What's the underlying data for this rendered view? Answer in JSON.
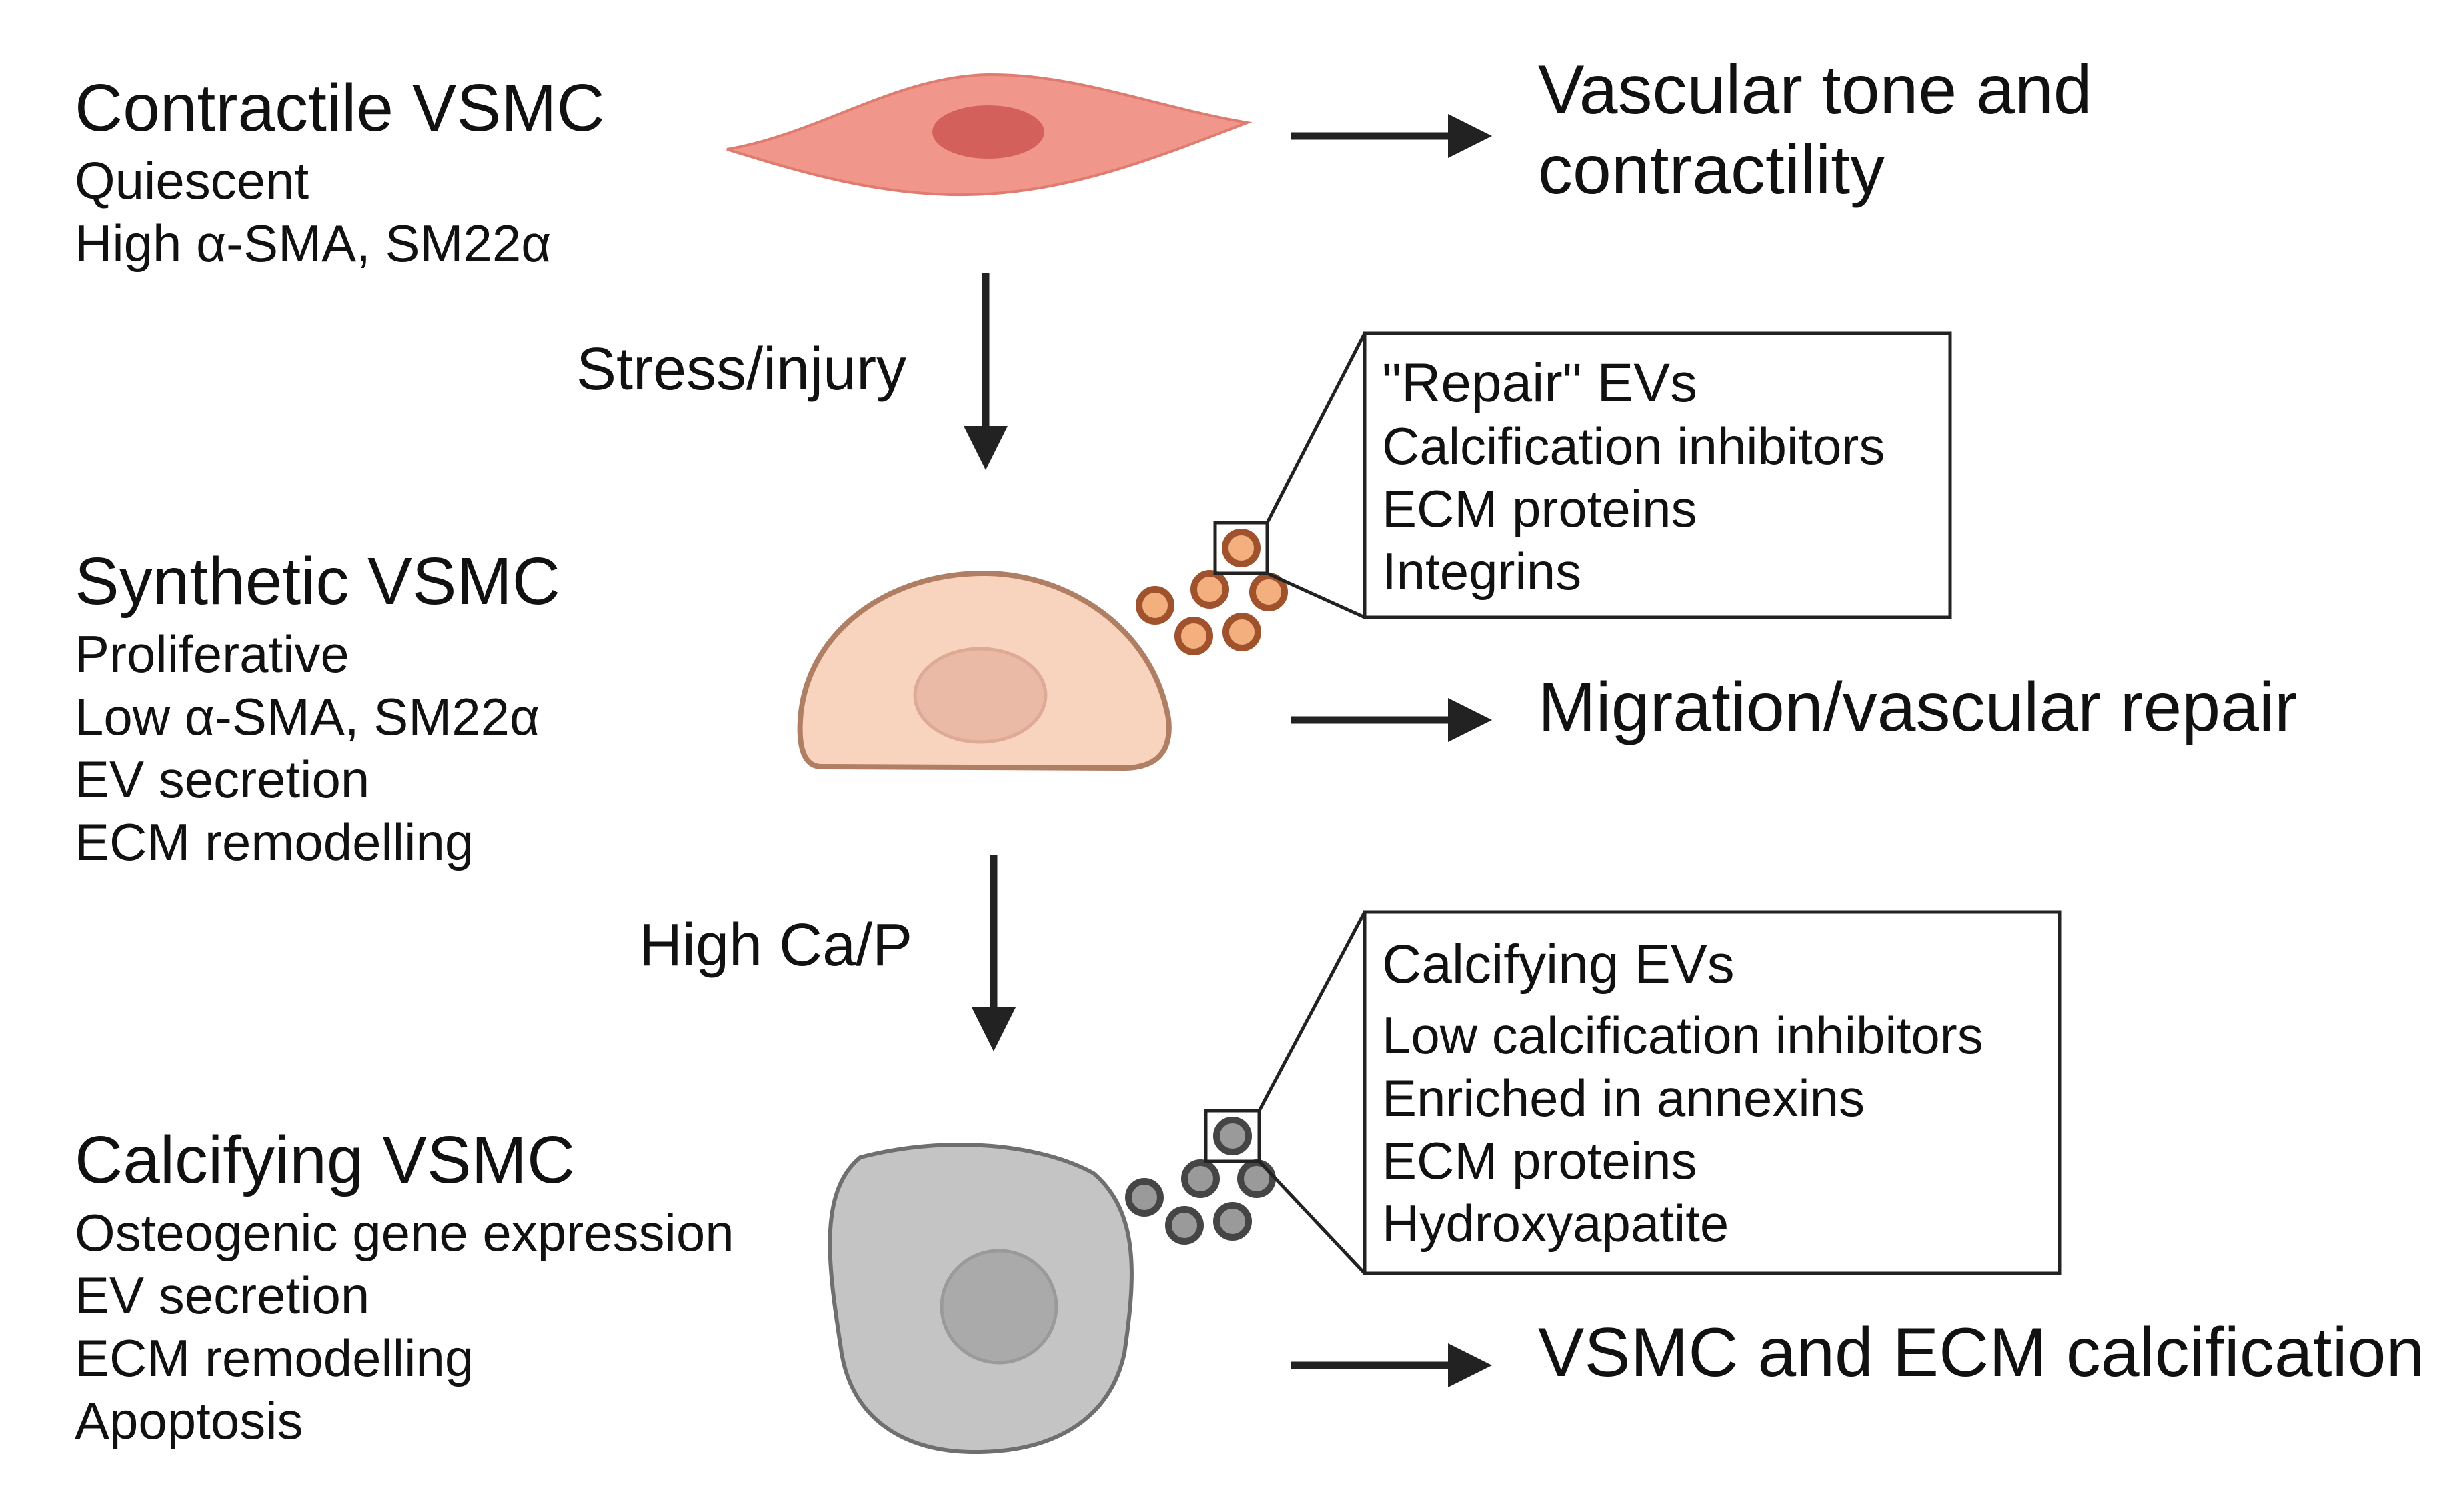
{
  "colors": {
    "contractile_fill": "#f1968a",
    "contractile_nucleus": "#d4605c",
    "synthetic_fill": "#f8d4bf",
    "synthetic_outline": "#b07e63",
    "synthetic_nucleus": "#eabaa6",
    "synthetic_ev_fill": "#f3b07e",
    "synthetic_ev_outline": "#a0522d",
    "calcifying_fill": "#c4c4c4",
    "calcifying_outline": "#6f6f6f",
    "calcifying_nucleus": "#aaaaaa",
    "calcifying_ev_fill": "#9a9a9a",
    "calcifying_ev_outline": "#454545",
    "arrow": "#222222"
  },
  "stages": {
    "contractile": {
      "title": "Contractile VSMC",
      "lines": [
        "Quiescent",
        "High α-SMA, SM22α"
      ],
      "outcome": [
        "Vascular tone and",
        "contractility"
      ]
    },
    "synthetic": {
      "title": "Synthetic VSMC",
      "lines": [
        "Proliferative",
        "Low α-SMA, SM22α",
        "EV secretion",
        "ECM remodelling"
      ],
      "outcome": "Migration/vascular repair"
    },
    "calcifying": {
      "title": "Calcifying VSMC",
      "lines": [
        "Osteogenic gene expression",
        "EV secretion",
        "ECM remodelling",
        "Apoptosis"
      ],
      "outcome": "VSMC and ECM calcification"
    }
  },
  "transitions": {
    "to_synthetic": "Stress/injury",
    "to_calcifying": "High Ca/P"
  },
  "ev_boxes": {
    "repair": {
      "title": "\"Repair\" EVs",
      "items": [
        "Calcification inhibitors",
        "ECM proteins",
        "Integrins"
      ]
    },
    "calcifying": {
      "title": "Calcifying EVs",
      "items": [
        "Low calcification inhibitors",
        "Enriched in annexins",
        "ECM proteins",
        "Hydroxyapatite"
      ]
    }
  }
}
